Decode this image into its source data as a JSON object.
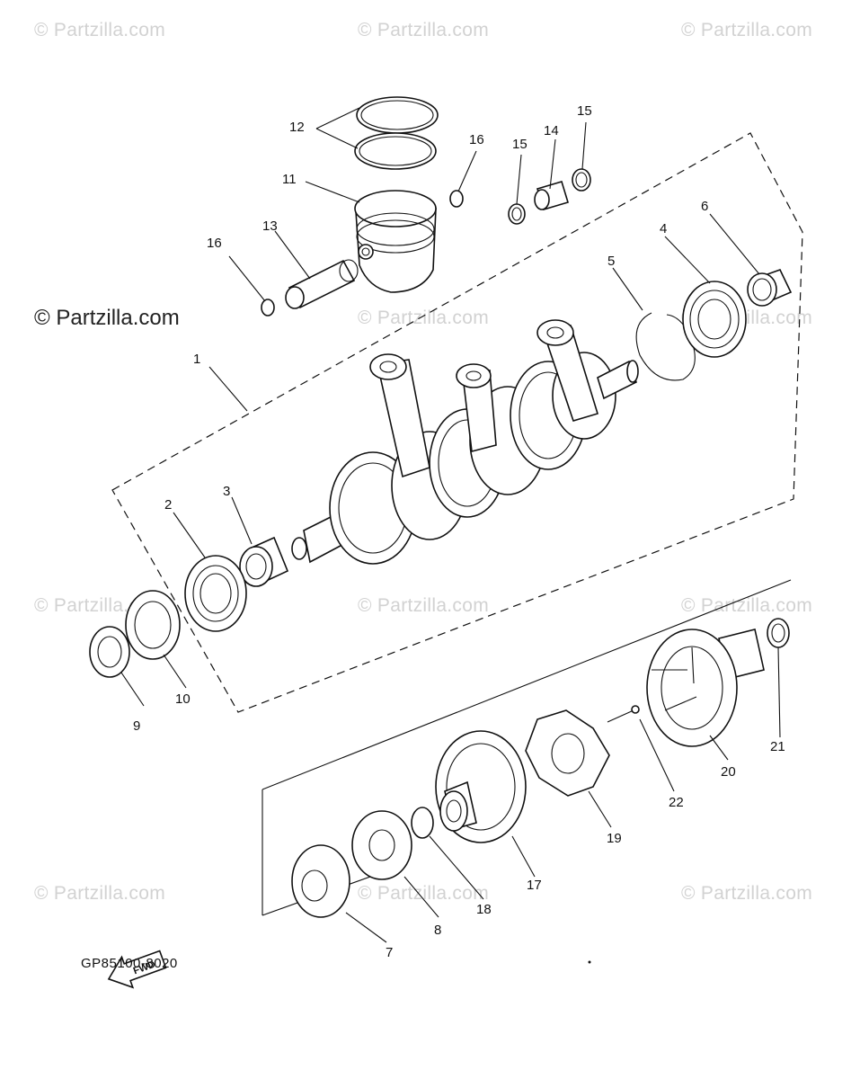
{
  "watermarks": {
    "main": "© Partzilla.com",
    "faint": "© Partzilla.com"
  },
  "reference_code": "GP85100-8020",
  "fwd_label": "FWD",
  "callouts": {
    "c1": "1",
    "c2": "2",
    "c3": "3",
    "c4": "4",
    "c5": "5",
    "c6": "6",
    "c7": "7",
    "c8": "8",
    "c9": "9",
    "c10": "10",
    "c11": "11",
    "c12": "12",
    "c13": "13",
    "c14": "14",
    "c15a": "15",
    "c15b": "15",
    "c16a": "16",
    "c16b": "16",
    "c17": "17",
    "c18": "18",
    "c19": "19",
    "c20": "20",
    "c21": "21",
    "c22": "22"
  },
  "icons": [
    "fwd-arrow-icon",
    "watermark-logo"
  ],
  "colors": {
    "line": "#111111",
    "watermark": "#d2d2d2",
    "background": "#ffffff"
  }
}
